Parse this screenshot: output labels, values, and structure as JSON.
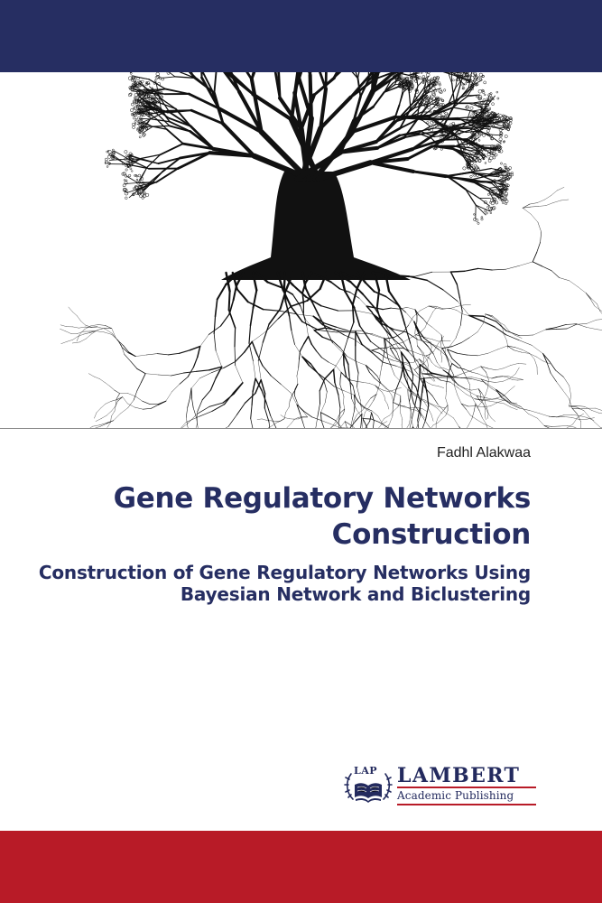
{
  "colors": {
    "top_band": "#262e62",
    "bottom_band": "#b81b27",
    "title": "#262e62",
    "subtitle": "#262e62",
    "tree": "#111111",
    "publisher_navy": "#232a5e",
    "publisher_red": "#b81b27"
  },
  "cover": {
    "author": "Fadhl Alakwaa",
    "title_lines": [
      "Gene Regulatory Networks",
      "Construction"
    ],
    "subtitle_lines": [
      "Construction of Gene Regulatory Networks Using",
      "Bayesian Network and Biclustering"
    ],
    "illustration_icon": "tree-with-roots-illustration"
  },
  "publisher": {
    "emblem_text": "LAP",
    "name": "LAMBERT",
    "tagline": "Academic Publishing",
    "emblem_icon": "open-book-laurel-icon"
  }
}
